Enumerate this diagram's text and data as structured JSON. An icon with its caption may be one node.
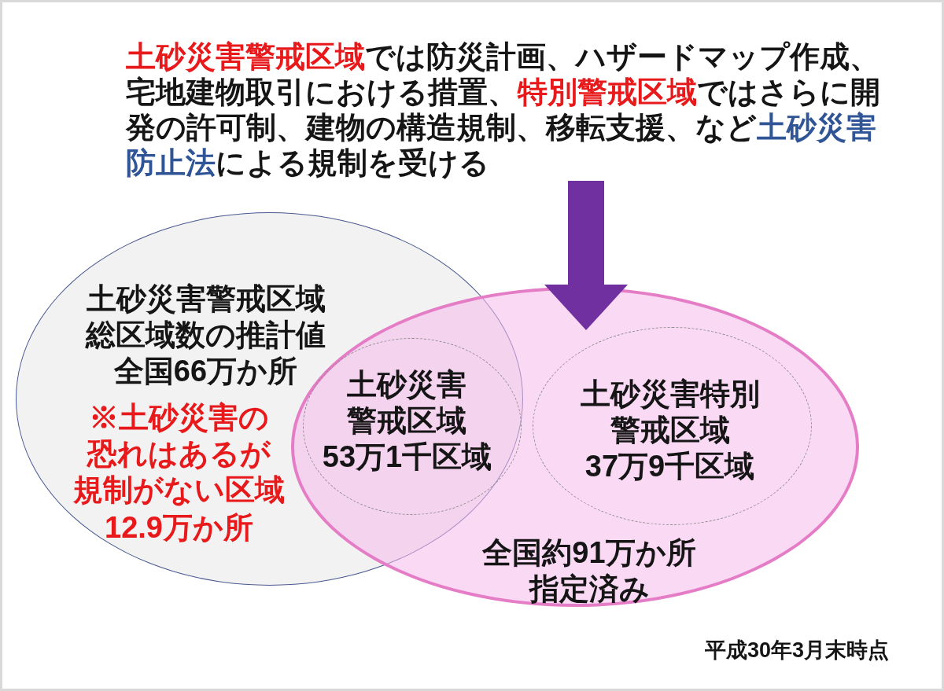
{
  "diagram": {
    "nodes": [
      {
        "text": [
          "**土砂災害警戒区域**では防災計画、ハザードマップ作成、宅地建物取引における措置、**特別警戒区域**ではさらに開発の許可制、建物の構造規制、移転支援、など**土砂災害防止法**による規制を受ける"
        ]
      },
      {
        "text": [
          "土砂災害警戒区域総区域数の推計値",
          "全国66万か所",
          "※土砂災害の恐れはあるが規制がない区域",
          "12.9万か所"
        ]
      },
      {
        "text": [
          "全国約91万か所指定済み"
        ]
      },
      {
        "text": [
          "土砂災害警戒区域",
          "53万1千区域"
        ]
      },
      {
        "text": [
          "土砂災害特別警戒区域",
          "37万9千区域"
        ],
        "in": 2
      }
    ],
    "edges": [
      {
        "from": 0,
        "to": 2,
        "arrow": "to",
        "color": "#7030a0"
      }
    ],
    "labels": [
      "平成30年3月末時点"
    ]
  }
}
